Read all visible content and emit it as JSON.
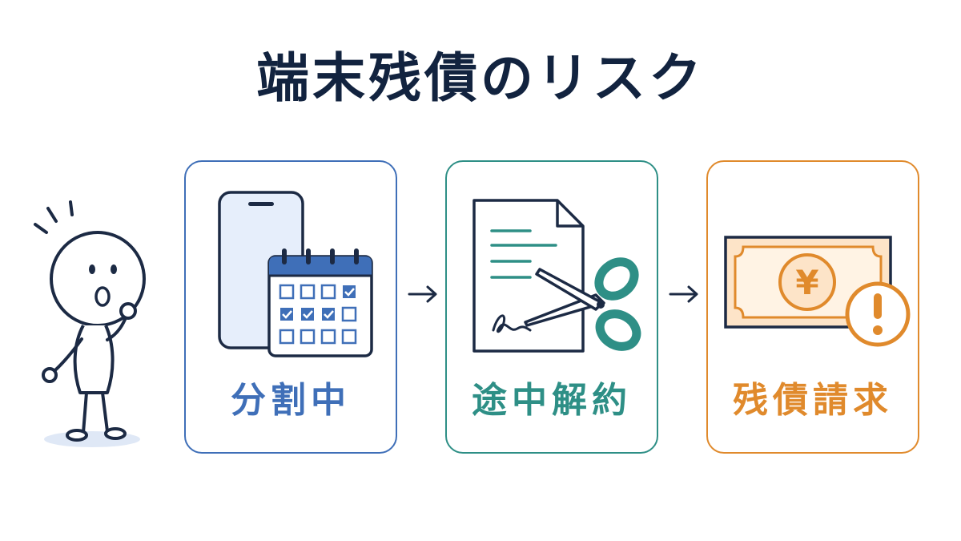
{
  "title": "端末残債のリスク",
  "colors": {
    "title": "#12233f",
    "blue": "#3f6fb8",
    "teal": "#2e8f86",
    "orange": "#e08a2c",
    "ink": "#1c2a44"
  },
  "steps": [
    {
      "label": "分割中",
      "icons": [
        "smartphone-icon",
        "calendar-icon"
      ]
    },
    {
      "label": "途中解約",
      "icons": [
        "contract-document-icon",
        "scissors-icon"
      ]
    },
    {
      "label": "残債請求",
      "icons": [
        "yen-bill-icon",
        "warning-icon"
      ]
    }
  ],
  "figure": {
    "icon": "surprised-person-icon"
  },
  "arrows": [
    "arrow-right-icon",
    "arrow-right-icon"
  ]
}
